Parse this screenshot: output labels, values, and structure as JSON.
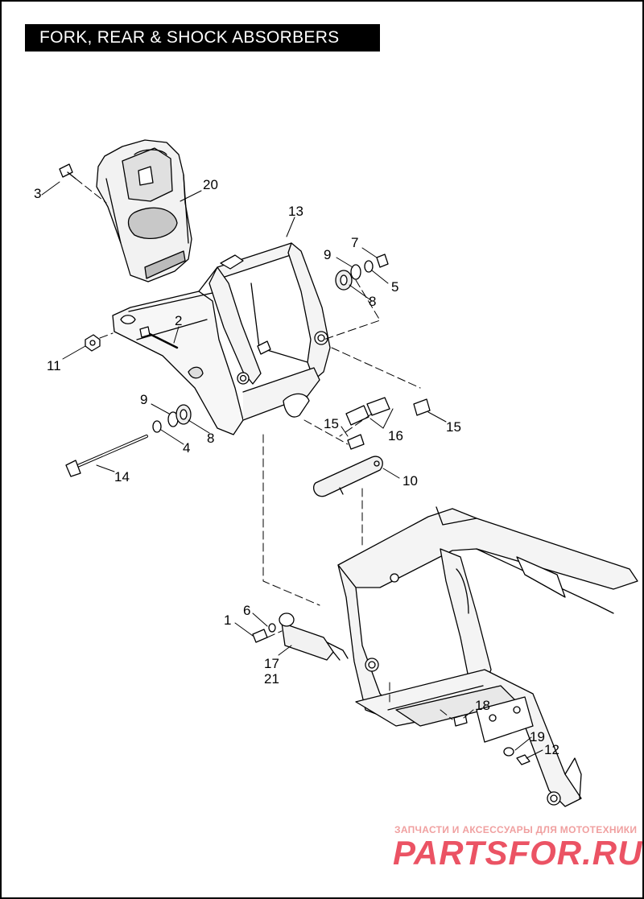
{
  "title": "FORK, REAR & SHOCK ABSORBERS",
  "callouts": [
    {
      "id": "c3",
      "text": "3"
    },
    {
      "id": "c20",
      "text": "20"
    },
    {
      "id": "c13",
      "text": "13"
    },
    {
      "id": "c7",
      "text": "7"
    },
    {
      "id": "c9a",
      "text": "9"
    },
    {
      "id": "c5",
      "text": "5"
    },
    {
      "id": "c8a",
      "text": "8"
    },
    {
      "id": "c2",
      "text": "2"
    },
    {
      "id": "c11",
      "text": "11"
    },
    {
      "id": "c9b",
      "text": "9"
    },
    {
      "id": "c8b",
      "text": "8"
    },
    {
      "id": "c4",
      "text": "4"
    },
    {
      "id": "c14",
      "text": "14"
    },
    {
      "id": "c15a",
      "text": "15"
    },
    {
      "id": "c16",
      "text": "16"
    },
    {
      "id": "c15b",
      "text": "15"
    },
    {
      "id": "c10",
      "text": "10"
    },
    {
      "id": "c6",
      "text": "6"
    },
    {
      "id": "c1",
      "text": "1"
    },
    {
      "id": "c17",
      "text": "17"
    },
    {
      "id": "c21",
      "text": "21"
    },
    {
      "id": "c18",
      "text": "18"
    },
    {
      "id": "c19",
      "text": "19"
    },
    {
      "id": "c12",
      "text": "12"
    }
  ],
  "watermark": {
    "tagline": "ЗАПЧАСТИ И АКСЕССУАРЫ ДЛЯ МОТОТЕХНИКИ",
    "logo": "PARTSFOR.RU"
  }
}
